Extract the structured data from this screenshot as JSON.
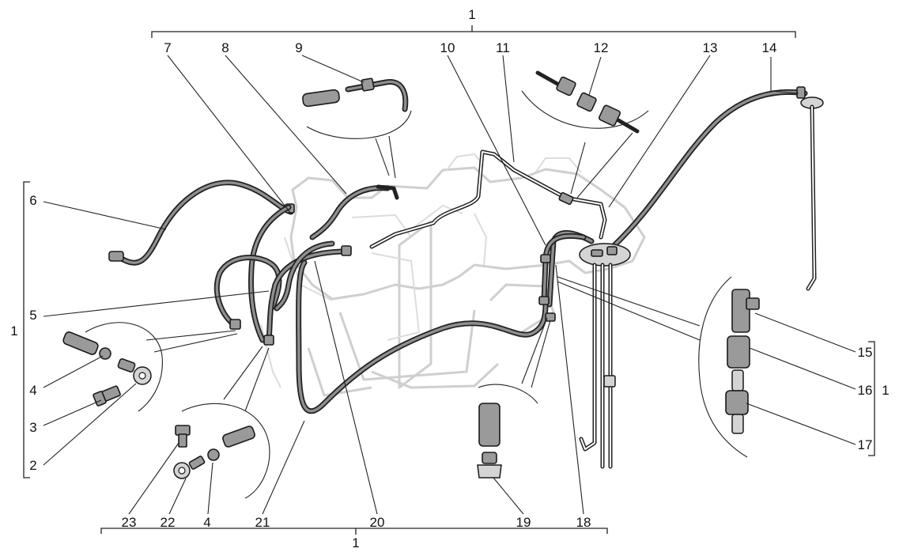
{
  "labels": {
    "top_assembly": "1",
    "bottom_assembly": "1",
    "left_assembly": "1",
    "right_assembly": "1",
    "p2": "2",
    "p3": "3",
    "p4_left": "4",
    "p4_bottom": "4",
    "p5": "5",
    "p6": "6",
    "p7": "7",
    "p8": "8",
    "p9": "9",
    "p10": "10",
    "p11": "11",
    "p12": "12",
    "p13": "13",
    "p14": "14",
    "p15": "15",
    "p16": "16",
    "p17": "17",
    "p18": "18",
    "p19": "19",
    "p20": "20",
    "p21": "21",
    "p22": "22",
    "p23": "23"
  },
  "colors": {
    "line": "#222222",
    "hose_fill": "#8f8f8f",
    "engine_outline": "#cfcfcf",
    "background": "#ffffff"
  }
}
